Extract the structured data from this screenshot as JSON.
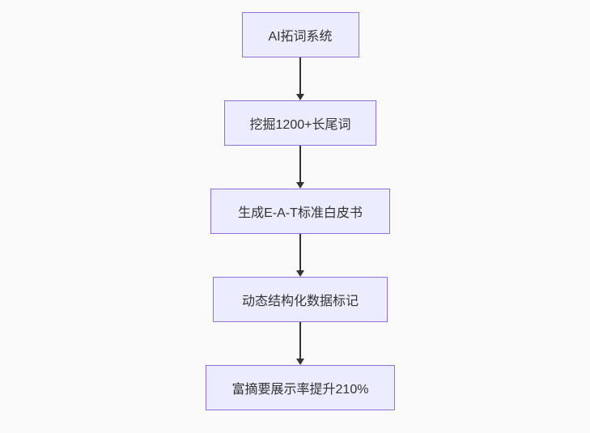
{
  "diagram": {
    "type": "flowchart",
    "direction": "top-down",
    "colors": {
      "background": "#fafafa",
      "node_fill": "#ECECFF",
      "node_border": "#9370DB",
      "node_text": "#333333",
      "arrow": "#333333"
    },
    "nodes": [
      {
        "id": "A",
        "label": "AI拓词系统"
      },
      {
        "id": "B",
        "label": "挖掘1200+长尾词"
      },
      {
        "id": "C",
        "label": "生成E-A-T标准白皮书"
      },
      {
        "id": "D",
        "label": "动态结构化数据标记"
      },
      {
        "id": "E",
        "label": "富摘要展示率提升210%"
      }
    ],
    "edges": [
      {
        "from": "A",
        "to": "B"
      },
      {
        "from": "B",
        "to": "C"
      },
      {
        "from": "C",
        "to": "D"
      },
      {
        "from": "D",
        "to": "E"
      }
    ]
  }
}
